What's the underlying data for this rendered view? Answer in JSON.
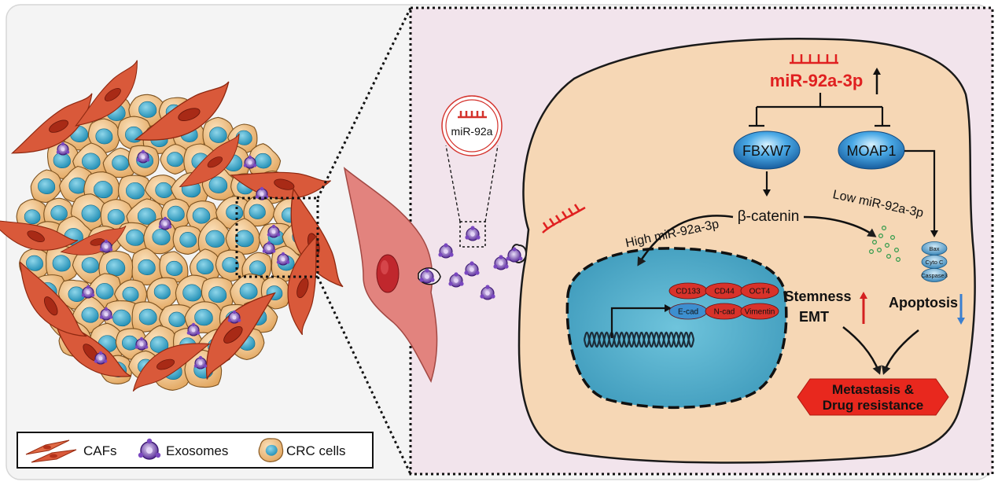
{
  "legend": {
    "cafs": "CAFs",
    "exosomes": "Exosomes",
    "crc_cells": "CRC cells"
  },
  "mirna_bubble": "miR-92a",
  "pathway": {
    "mirna": "miR-92a-3p",
    "fbxw7": "FBXW7",
    "moap1": "MOAP1",
    "beta_catenin": "β-catenin",
    "high_mirna": "High miR-92a-3p",
    "low_mirna": "Low miR-92a-3p"
  },
  "markers": {
    "top": [
      "CD133",
      "CD44",
      "OCT4"
    ],
    "bottom": [
      "E-cad",
      "N-cad",
      "Vimentin"
    ]
  },
  "apoptosis_proteins": [
    "Bax",
    "Cyto C",
    "Caspase3"
  ],
  "outcomes": {
    "stemness": "Stemness",
    "emt": "EMT",
    "apoptosis": "Apoptosis",
    "metastasis_line1": "Metastasis &",
    "metastasis_line2": "Drug resistance"
  },
  "colors": {
    "cell_cytoplasm": "#f6d7b5",
    "nucleus": "#5db8d2",
    "caf": "#d9593a",
    "exosome": "#6a3fa0",
    "mirna_red": "#e02020",
    "marker_red": "#d8322a",
    "marker_blue": "#3d8fd0",
    "up_arrow": "#d42020",
    "down_arrow": "#3a7fd0",
    "outcome_red": "#e8281e"
  }
}
